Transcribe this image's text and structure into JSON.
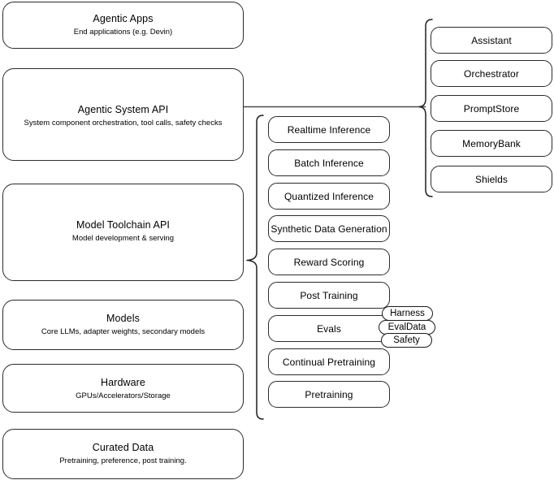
{
  "diagram": {
    "title": "Agentic stack layered architecture",
    "stroke_color": "#2b2b2b",
    "background_color": "#ffffff"
  },
  "left_stack": {
    "items": [
      {
        "id": "agentic-apps",
        "title": "Agentic Apps",
        "subtitle": "End applications (e.g. Devin)"
      },
      {
        "id": "agentic-system-api",
        "title": "Agentic System API",
        "subtitle": "System component orchestration, tool calls, safety checks"
      },
      {
        "id": "model-toolchain-api",
        "title": "Model Toolchain API",
        "subtitle": "Model development & serving"
      },
      {
        "id": "models",
        "title": "Models",
        "subtitle": "Core LLMs, adapter weights, secondary models"
      },
      {
        "id": "hardware",
        "title": "Hardware",
        "subtitle": "GPUs/Accelerators/Storage"
      },
      {
        "id": "curated-data",
        "title": "Curated Data",
        "subtitle": "Pretraining, preference, post training."
      }
    ]
  },
  "middle_column": {
    "parent": "Model Toolchain API",
    "items": [
      {
        "id": "realtime-inference",
        "label": "Realtime Inference"
      },
      {
        "id": "batch-inference",
        "label": "Batch Inference"
      },
      {
        "id": "quantized-inference",
        "label": "Quantized Inference"
      },
      {
        "id": "synthetic-data-generation",
        "label": "Synthetic Data Generation"
      },
      {
        "id": "reward-scoring",
        "label": "Reward Scoring"
      },
      {
        "id": "post-training",
        "label": "Post Training"
      },
      {
        "id": "evals",
        "label": "Evals"
      },
      {
        "id": "continual-pretraining",
        "label": "Continual Pretraining"
      },
      {
        "id": "pretraining",
        "label": "Pretraining"
      }
    ]
  },
  "evals_tags": {
    "attached_to": "Evals",
    "items": [
      {
        "id": "harness",
        "label": "Harness"
      },
      {
        "id": "evaldata",
        "label": "EvalData"
      },
      {
        "id": "safety",
        "label": "Safety"
      }
    ]
  },
  "right_column": {
    "parent": "Agentic System API",
    "items": [
      {
        "id": "assistant",
        "label": "Assistant"
      },
      {
        "id": "orchestrator",
        "label": "Orchestrator"
      },
      {
        "id": "promptstore",
        "label": "PromptStore"
      },
      {
        "id": "memorybank",
        "label": "MemoryBank"
      },
      {
        "id": "shields",
        "label": "Shields"
      }
    ]
  }
}
